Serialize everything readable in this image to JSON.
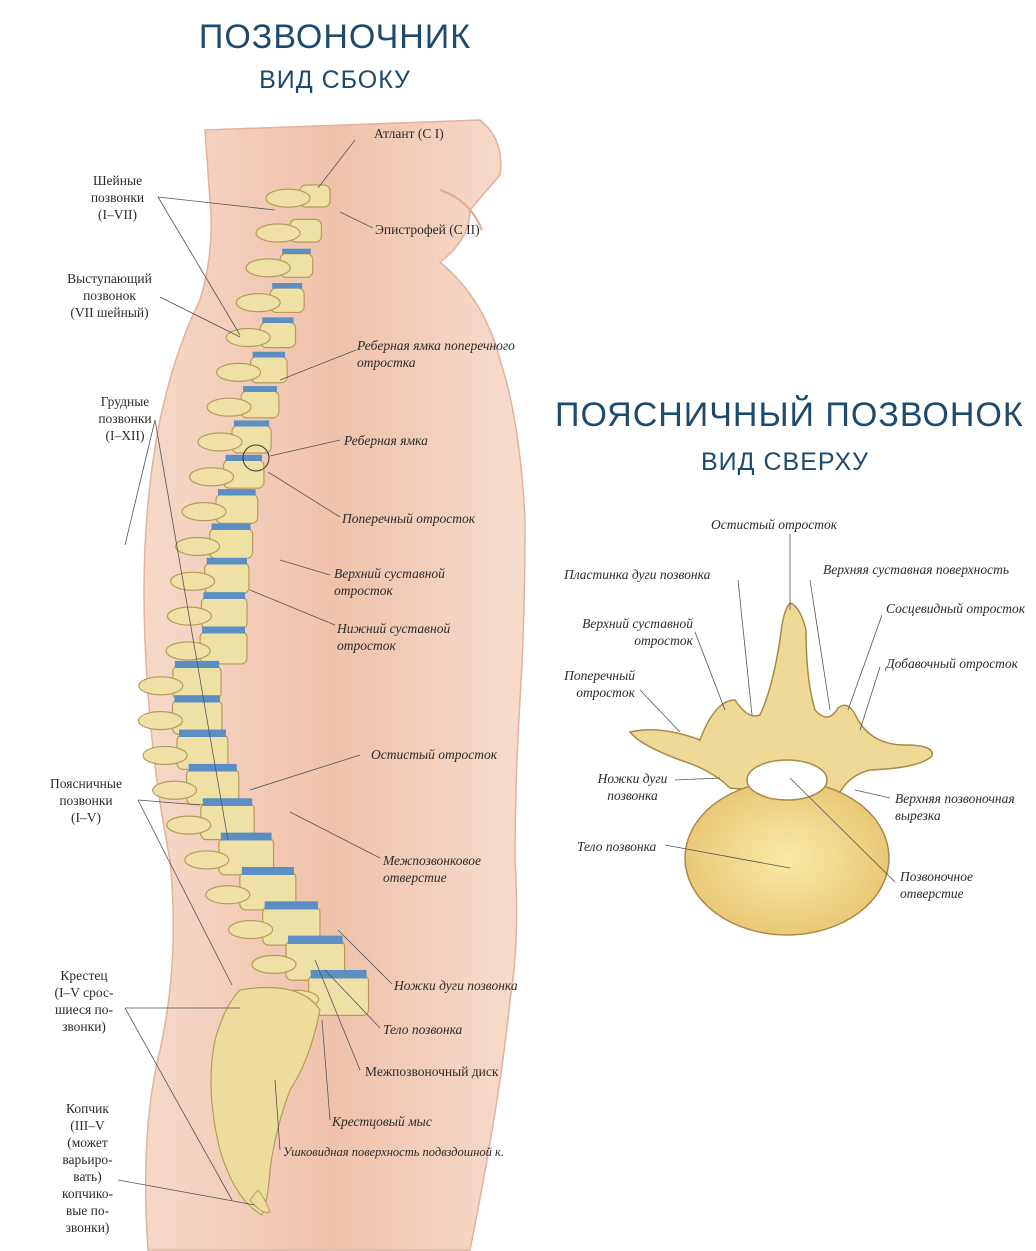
{
  "spine": {
    "title": "ПОЗВОНОЧНИК",
    "subtitle": "ВИД СБОКУ",
    "labels": {
      "atlas": "Атлант (C I)",
      "axis": "Эпистрофей (C II)",
      "cervical": [
        "Шейные",
        "позвонки",
        "(I–VII)"
      ],
      "prominens": [
        "Выступающий",
        "позвонок",
        "(VII шейный)"
      ],
      "thoracic": [
        "Грудные",
        "позвонки",
        "(I–XII)"
      ],
      "costal_transverse": [
        "Реберная ямка поперечного",
        "отростка"
      ],
      "costal_facet": "Реберная ямка",
      "transverse": "Поперечный отросток",
      "superior_articular": [
        "Верхний суставной",
        "отросток"
      ],
      "inferior_articular": [
        "Нижний суставной",
        "отросток"
      ],
      "spinous": "Остистый отросток",
      "lumbar": [
        "Поясничные",
        "позвонки",
        "(I–V)"
      ],
      "foramen": [
        "Межпозвонковое",
        "отверстие"
      ],
      "pedicle": "Ножки дуги позвонка",
      "body": "Тело позвонка",
      "disc": "Межпозвоночный диск",
      "sacrum": [
        "Крестец",
        "(I–V срос-",
        "шиеся по-",
        "звонки)"
      ],
      "promontory": "Крестцовый мыс",
      "auricular": "Ушковидная поверхность подвздошной к.",
      "coccyx": [
        "Копчик",
        "(III–V",
        "(может",
        "варьиро-",
        "вать)",
        "копчико-",
        "вые по-",
        "звонки)"
      ]
    }
  },
  "lumbar": {
    "title": "ПОЯСНИЧНЫЙ ПОЗВОНОК",
    "subtitle": "ВИД СВЕРХУ",
    "labels": {
      "spinous": "Остистый отросток",
      "lamina": "Пластинка дуги позвонка",
      "superior_surface": "Верхняя суставная поверхность",
      "superior_process": [
        "Верхний суставной",
        "отросток"
      ],
      "mammillary": "Сосцевидный отросток",
      "transverse": [
        "Поперечный",
        "отросток"
      ],
      "accessory": "Добавочный отросток",
      "pedicle": [
        "Ножки дуги",
        "позвонка"
      ],
      "superior_notch": [
        "Верхняя позвоночная",
        "вырезка"
      ],
      "body": "Тело позвонка",
      "foramen": [
        "Позвоночное",
        "отверстие"
      ]
    }
  },
  "colors": {
    "title": "#1e4a6e",
    "bone": "#efe0a6",
    "skin": "#f0c9b4",
    "disc": "#5b8ec2"
  }
}
